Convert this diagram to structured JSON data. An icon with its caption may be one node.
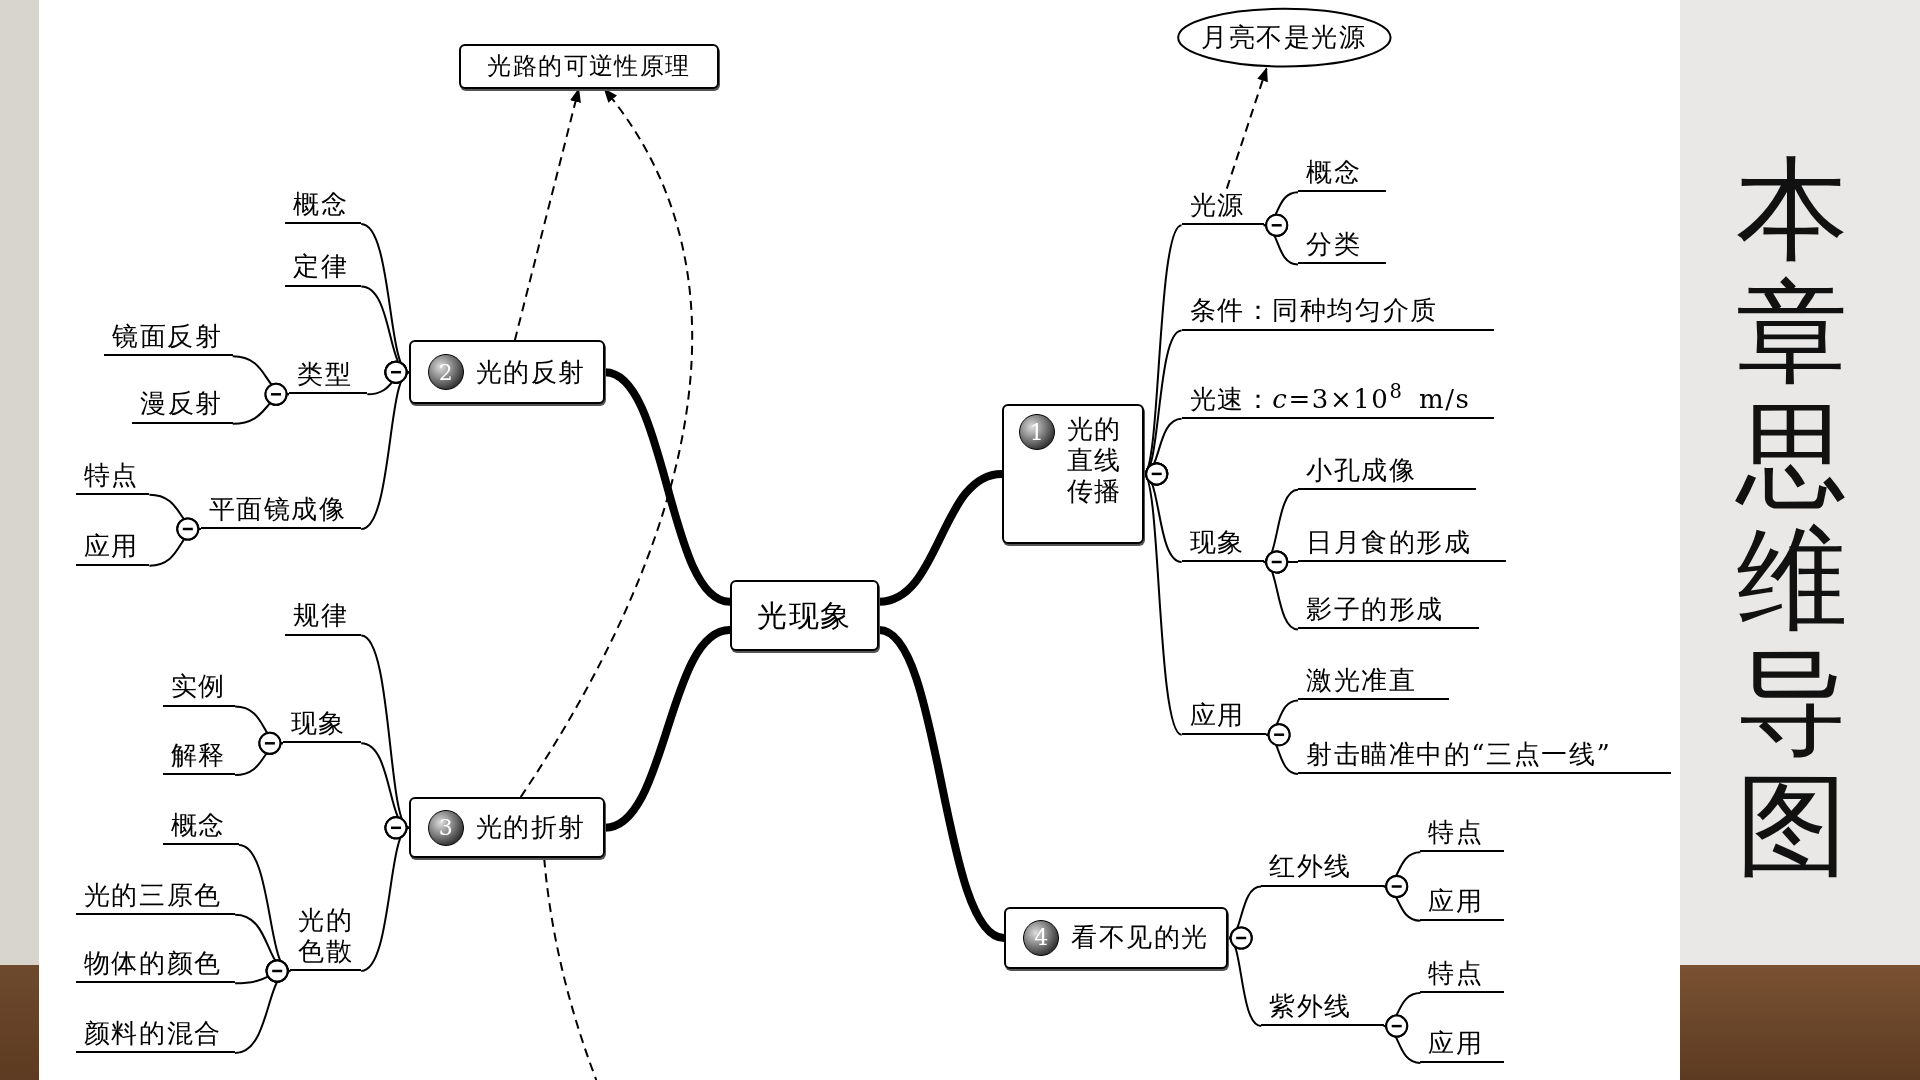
{
  "diagram": {
    "title": "本章思维导图",
    "nodes": [
      {
        "text": [
          "光路的可逆性原理"
        ]
      },
      {
        "text": [
          "月亮不是光源"
        ]
      },
      {
        "text": [
          "2",
          "光的反射"
        ]
      },
      {
        "text": [
          "概念"
        ]
      },
      {
        "text": [
          "定律"
        ]
      },
      {
        "text": [
          "类型"
        ]
      },
      {
        "text": [
          "镜面反射"
        ]
      },
      {
        "text": [
          "漫反射"
        ]
      },
      {
        "text": [
          "平面镜成像"
        ]
      },
      {
        "text": [
          "特点"
        ]
      },
      {
        "text": [
          "应用"
        ]
      },
      {
        "text": [
          "光现象"
        ]
      },
      {
        "text": [
          "1",
          "光的直线传播"
        ]
      },
      {
        "text": [
          "光源"
        ]
      },
      {
        "text": [
          "概念"
        ]
      },
      {
        "text": [
          "分类"
        ]
      },
      {
        "text": [
          "条件：同种均匀介质"
        ]
      },
      {
        "text": [
          "光速：*c*=3×10$^{8}$ m/s"
        ]
      },
      {
        "text": [
          "现象"
        ]
      },
      {
        "text": [
          "小孔成像"
        ]
      },
      {
        "text": [
          "日月食的形成"
        ]
      },
      {
        "text": [
          "影子的形成"
        ]
      },
      {
        "text": [
          "应用"
        ]
      },
      {
        "text": [
          "激光准直"
        ]
      },
      {
        "text": [
          "射击瞄准中的“三点一线”"
        ]
      },
      {
        "text": [
          "3",
          "光的折射"
        ]
      },
      {
        "text": [
          "规律"
        ]
      },
      {
        "text": [
          "现象"
        ]
      },
      {
        "text": [
          "实例"
        ]
      },
      {
        "text": [
          "解释"
        ]
      },
      {
        "text": [
          "光的色散"
        ]
      },
      {
        "text": [
          "概念"
        ]
      },
      {
        "text": [
          "光的三原色"
        ]
      },
      {
        "text": [
          "物体的颜色"
        ]
      },
      {
        "text": [
          "颜料的混合"
        ]
      },
      {
        "text": [
          "4",
          "看不见的光"
        ]
      },
      {
        "text": [
          "红外线"
        ]
      },
      {
        "text": [
          "特点"
        ]
      },
      {
        "text": [
          "应用"
        ]
      },
      {
        "text": [
          "紫外线"
        ]
      },
      {
        "text": [
          "特点"
        ]
      },
      {
        "text": [
          "应用"
        ]
      }
    ],
    "edges": [
      {
        "from": 11,
        "to": 2,
        "arrow": "none",
        "style": "thick"
      },
      {
        "from": 11,
        "to": 12,
        "arrow": "none",
        "style": "thick"
      },
      {
        "from": 11,
        "to": 25,
        "arrow": "none",
        "style": "thick"
      },
      {
        "from": 11,
        "to": 35,
        "arrow": "none",
        "style": "thick"
      },
      {
        "from": 2,
        "to": 3,
        "arrow": "other"
      },
      {
        "from": 2,
        "to": 4,
        "arrow": "other"
      },
      {
        "from": 2,
        "to": 5,
        "arrow": "other"
      },
      {
        "from": 5,
        "to": 6,
        "arrow": "other"
      },
      {
        "from": 5,
        "to": 7,
        "arrow": "other"
      },
      {
        "from": 2,
        "to": 8,
        "arrow": "other"
      },
      {
        "from": 8,
        "to": 9,
        "arrow": "other"
      },
      {
        "from": 8,
        "to": 10,
        "arrow": "other"
      },
      {
        "from": 12,
        "to": 13,
        "arrow": "other"
      },
      {
        "from": 13,
        "to": 14,
        "arrow": "other"
      },
      {
        "from": 13,
        "to": 15,
        "arrow": "other"
      },
      {
        "from": 12,
        "to": 16,
        "arrow": "other"
      },
      {
        "from": 12,
        "to": 17,
        "arrow": "other"
      },
      {
        "from": 12,
        "to": 18,
        "arrow": "other"
      },
      {
        "from": 18,
        "to": 19,
        "arrow": "other"
      },
      {
        "from": 18,
        "to": 20,
        "arrow": "other"
      },
      {
        "from": 18,
        "to": 21,
        "arrow": "other"
      },
      {
        "from": 12,
        "to": 22,
        "arrow": "other"
      },
      {
        "from": 22,
        "to": 23,
        "arrow": "other"
      },
      {
        "from": 22,
        "to": 24,
        "arrow": "other"
      },
      {
        "from": 25,
        "to": 26,
        "arrow": "other"
      },
      {
        "from": 25,
        "to": 27,
        "arrow": "other"
      },
      {
        "from": 27,
        "to": 28,
        "arrow": "other"
      },
      {
        "from": 27,
        "to": 29,
        "arrow": "other"
      },
      {
        "from": 25,
        "to": 30,
        "arrow": "other"
      },
      {
        "from": 30,
        "to": 31,
        "arrow": "other"
      },
      {
        "from": 30,
        "to": 32,
        "arrow": "other"
      },
      {
        "from": 30,
        "to": 33,
        "arrow": "other"
      },
      {
        "from": 30,
        "to": 34,
        "arrow": "other"
      },
      {
        "from": 35,
        "to": 36,
        "arrow": "other"
      },
      {
        "from": 36,
        "to": 37,
        "arrow": "other"
      },
      {
        "from": 36,
        "to": 38,
        "arrow": "other"
      },
      {
        "from": 35,
        "to": 39,
        "arrow": "other"
      },
      {
        "from": 39,
        "to": 40,
        "arrow": "other"
      },
      {
        "from": 39,
        "to": 41,
        "arrow": "other"
      },
      {
        "from": 13,
        "to": 1,
        "arrow": "to",
        "style": "dashed"
      },
      {
        "from": 2,
        "to": 0,
        "arrow": "to",
        "style": "dashed"
      },
      {
        "from": 25,
        "to": 0,
        "arrow": "to",
        "style": "dashed"
      },
      {
        "from": 25,
        "to": null,
        "arrow": "none",
        "style": "dashed"
      }
    ]
  }
}
